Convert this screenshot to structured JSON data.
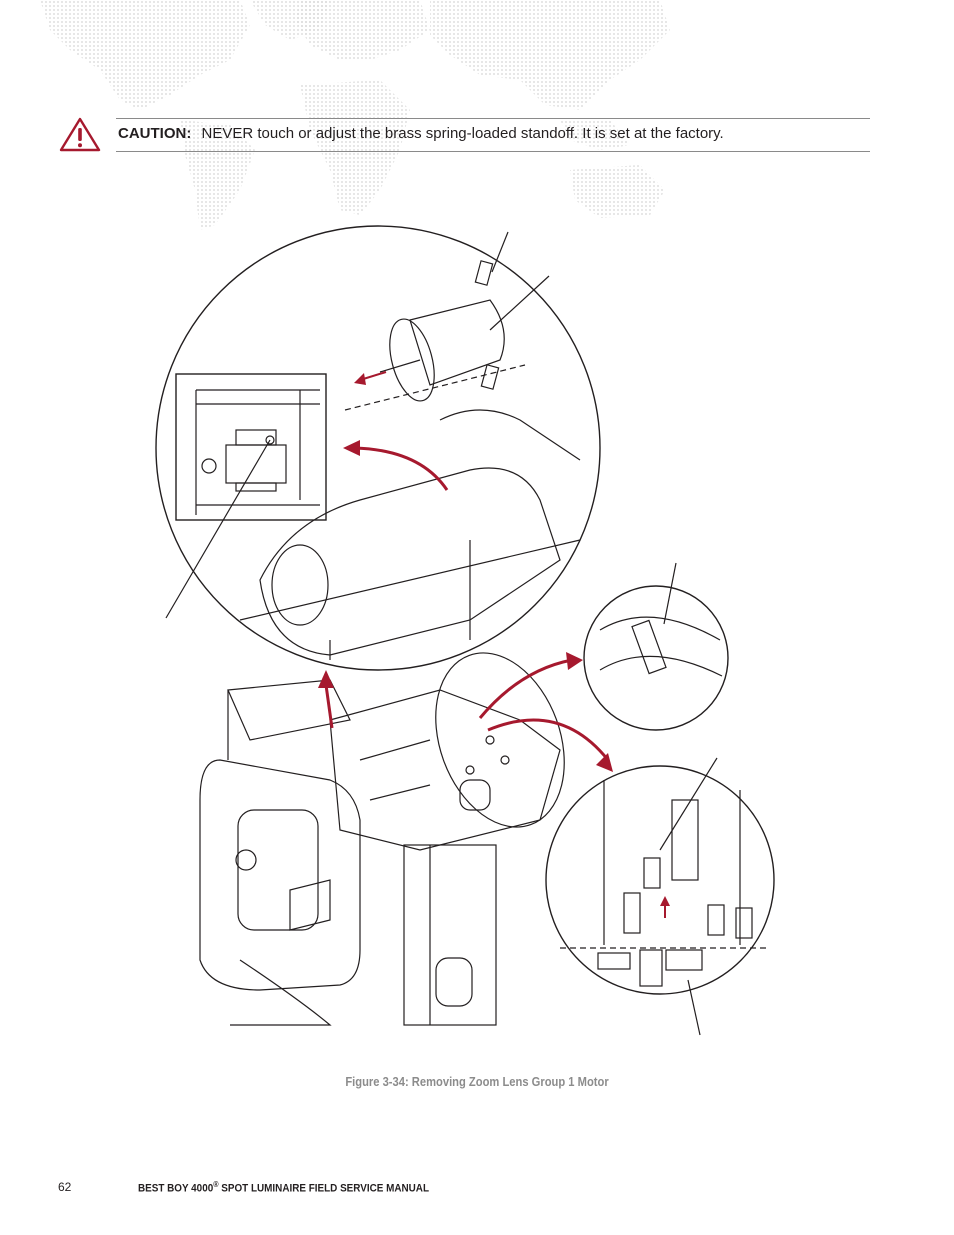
{
  "caution": {
    "label": "CAUTION:",
    "text": "NEVER touch or adjust the brass spring-loaded standoff. It is set at the factory.",
    "icon": "warning-triangle-icon",
    "accent_color": "#a6192e"
  },
  "figure": {
    "caption": "Figure 3-34:  Removing Zoom Lens Group 1 Motor",
    "arrow_color": "#a6192e"
  },
  "footer": {
    "page_number": "62",
    "title_main": "BEST BOY 4000",
    "title_mark": "®",
    "title_rest": " SPOT LUMINAIRE FIELD SERVICE MANUAL"
  }
}
